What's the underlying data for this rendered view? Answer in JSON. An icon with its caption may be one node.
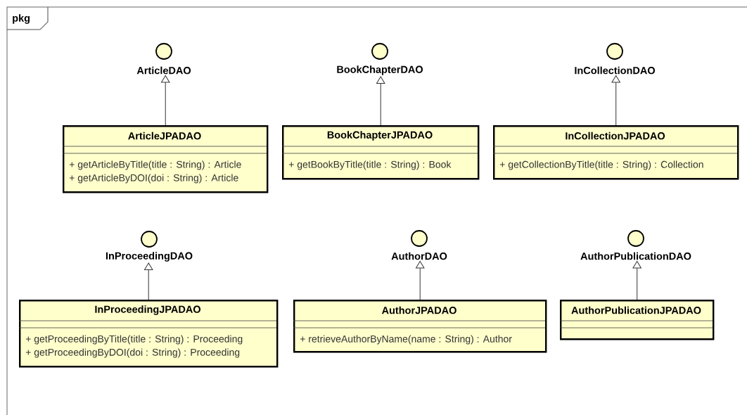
{
  "diagram": {
    "nodes": [
      {
        "text": [
          "pkg"
        ]
      },
      {
        "text": [
          "ArticleDAO"
        ],
        "in": 0
      },
      {
        "text": [
          "BookChapterDAO"
        ],
        "in": 0
      },
      {
        "text": [
          "InCollectionDAO"
        ],
        "in": 0
      },
      {
        "text": [
          "ArticleJPADAO",
          "+ getArticleByTitle(title : String) : Article",
          "+ getArticleByDOI(doi : String) : Article"
        ],
        "in": 0
      },
      {
        "text": [
          "BookChapterJPADAO",
          "+ getBookByTitle(title : String) : Book"
        ],
        "in": 0
      },
      {
        "text": [
          "InCollectionJPADAO",
          "+ getCollectionByTitle(title : String) : Collection"
        ],
        "in": 0
      },
      {
        "text": [
          "InProceedingDAO"
        ],
        "in": 0
      },
      {
        "text": [
          "AuthorDAO"
        ],
        "in": 0
      },
      {
        "text": [
          "AuthorPublicationDAO"
        ],
        "in": 0
      },
      {
        "text": [
          "InProceedingJPADAO",
          "+ getProceedingByTitle(title : String) : Proceeding",
          "+ getProceedingByDOI(doi : String) : Proceeding"
        ],
        "in": 0
      },
      {
        "text": [
          "AuthorJPADAO",
          "+ retrieveAuthorByName(name : String) : Author"
        ],
        "in": 0
      },
      {
        "text": [
          "AuthorPublicationJPADAO"
        ],
        "in": 0
      }
    ],
    "edges": [
      {
        "from": 4,
        "to": 1,
        "arrow": "to"
      },
      {
        "from": 5,
        "to": 2,
        "arrow": "to"
      },
      {
        "from": 6,
        "to": 3,
        "arrow": "to"
      },
      {
        "from": 10,
        "to": 7,
        "arrow": "to"
      },
      {
        "from": 11,
        "to": 8,
        "arrow": "to"
      },
      {
        "from": 12,
        "to": 9,
        "arrow": "to"
      }
    ]
  }
}
